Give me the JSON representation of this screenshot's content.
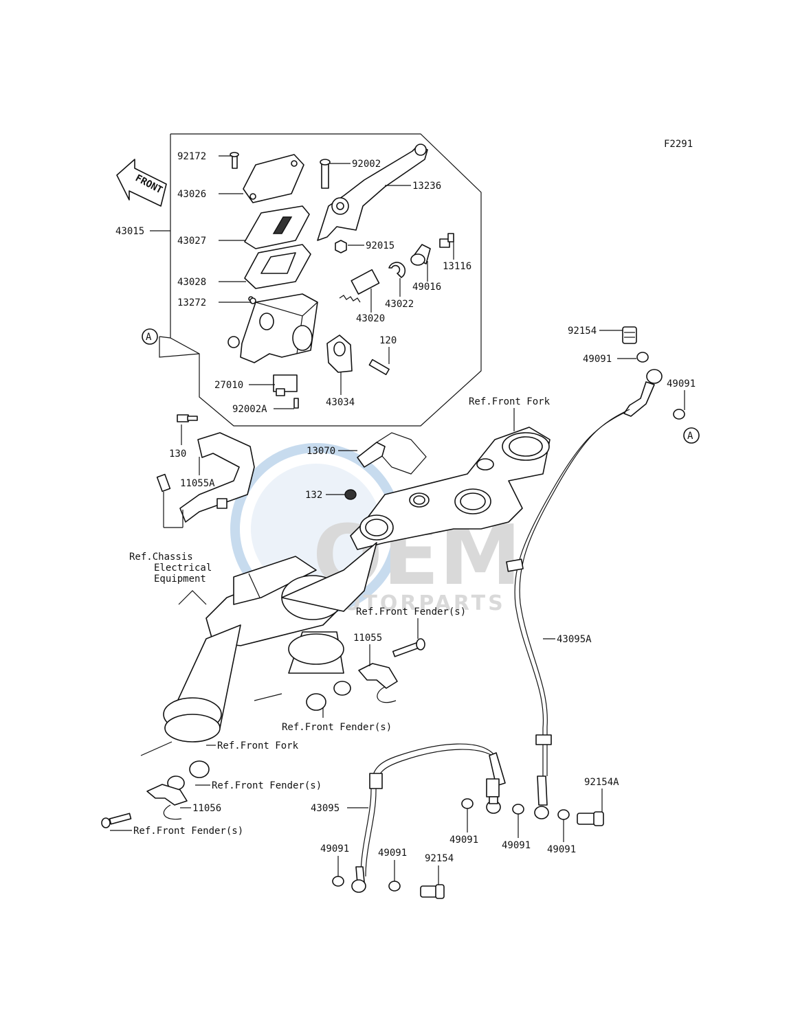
{
  "figure_code": "F2291",
  "watermark": {
    "brand": "OEM",
    "tagline": "MOTORPARTS",
    "colors": {
      "globe": "#3b7fc4",
      "text": "#8c8c8c"
    }
  },
  "front_arrow": "FRONT",
  "circle_marker": "A",
  "parts": {
    "p92172": "92172",
    "p43026": "43026",
    "p43015": "43015",
    "p43027": "43027",
    "p43028": "43028",
    "p13272": "13272",
    "p92002": "92002",
    "p13236": "13236",
    "p92015": "92015",
    "p13116": "13116",
    "p49016": "49016",
    "p43022": "43022",
    "p43020": "43020",
    "p120": "120",
    "p27010": "27010",
    "p43034": "43034",
    "p92002A": "92002A",
    "p92154_top": "92154",
    "p49091_top1": "49091",
    "p49091_top2": "49091",
    "p130": "130",
    "p11055A": "11055A",
    "p13070": "13070",
    "p132": "132",
    "p11055": "11055",
    "p43095A": "43095A",
    "p92154A": "92154A",
    "p43095": "43095",
    "p49091_b1": "49091",
    "p49091_b2": "49091",
    "p92154_b": "92154",
    "p49091_r1": "49091",
    "p49091_r2": "49091",
    "p49091_r3": "49091",
    "p11056": "11056"
  },
  "references": {
    "front_fork_top": "Ref.Front Fork",
    "chassis_l1": "Ref.Chassis",
    "chassis_l2": "Electrical",
    "chassis_l3": "Equipment",
    "front_fender_1": "Ref.Front Fender(s)",
    "front_fender_2": "Ref.Front Fender(s)",
    "front_fork_bottom": "Ref.Front Fork",
    "front_fender_3": "Ref.Front Fender(s)",
    "front_fender_4": "Ref.Front Fender(s)"
  }
}
